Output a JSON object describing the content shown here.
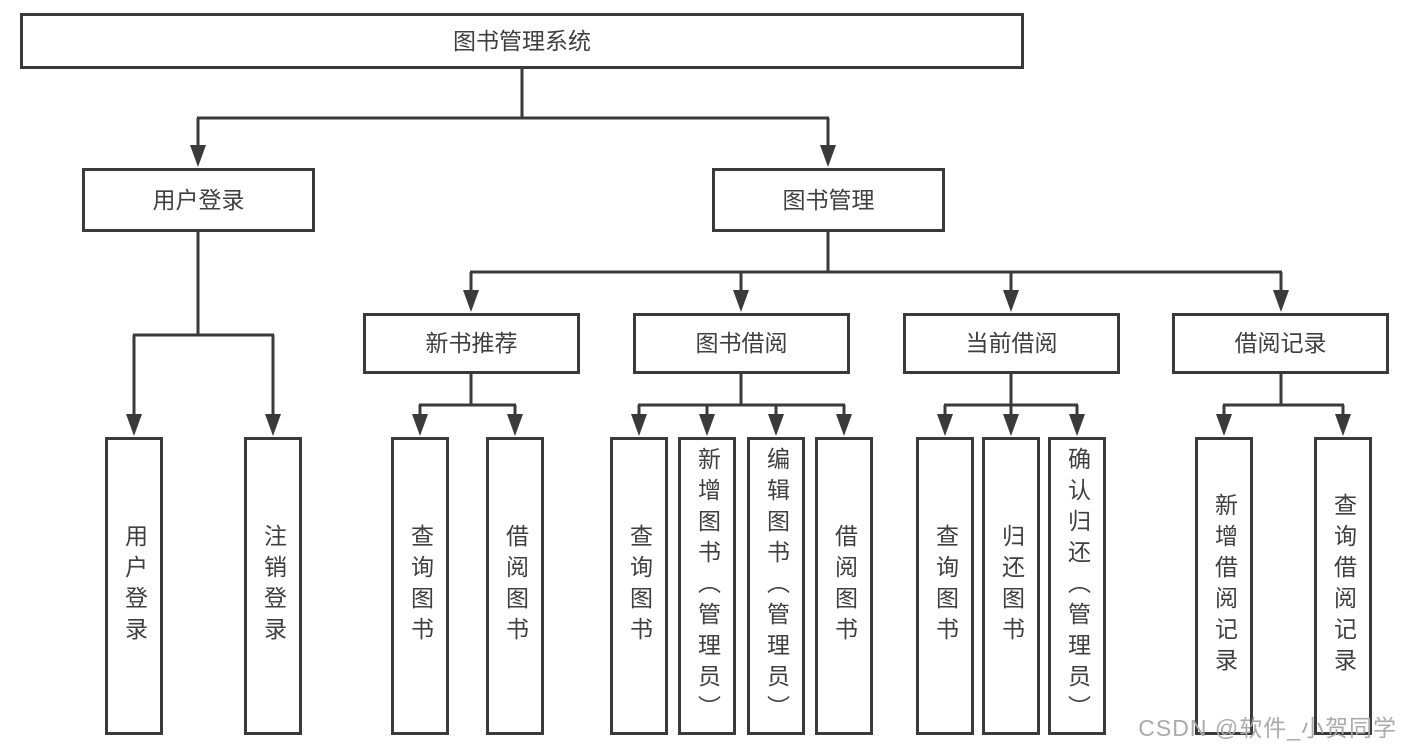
{
  "diagram": {
    "root": {
      "label": "图书管理系统"
    },
    "level2": [
      {
        "label": "用户登录"
      },
      {
        "label": "图书管理"
      }
    ],
    "level3": [
      {
        "label": "新书推荐"
      },
      {
        "label": "图书借阅"
      },
      {
        "label": "当前借阅"
      },
      {
        "label": "借阅记录"
      }
    ],
    "leaves": {
      "user_login": [
        {
          "label": "用户登录"
        },
        {
          "label": "注销登录"
        }
      ],
      "new_book_recommend": [
        {
          "label": "查询图书"
        },
        {
          "label": "借阅图书"
        }
      ],
      "book_borrowing": [
        {
          "label": "查询图书"
        },
        {
          "label": "新增图书（管理员）"
        },
        {
          "label": "编辑图书（管理员）"
        },
        {
          "label": "借阅图书"
        }
      ],
      "current_borrowing": [
        {
          "label": "查询图书"
        },
        {
          "label": "归还图书"
        },
        {
          "label": "确认归还（管理员）"
        }
      ],
      "borrowing_records": [
        {
          "label": "新增借阅记录"
        },
        {
          "label": "查询借阅记录"
        }
      ]
    },
    "watermark": "CSDN @软件_小贺同学",
    "colors": {
      "line": "#3a3a3a",
      "text": "#3f3f3f",
      "watermark": "#ababab",
      "box_bg": "#ffffff"
    }
  }
}
